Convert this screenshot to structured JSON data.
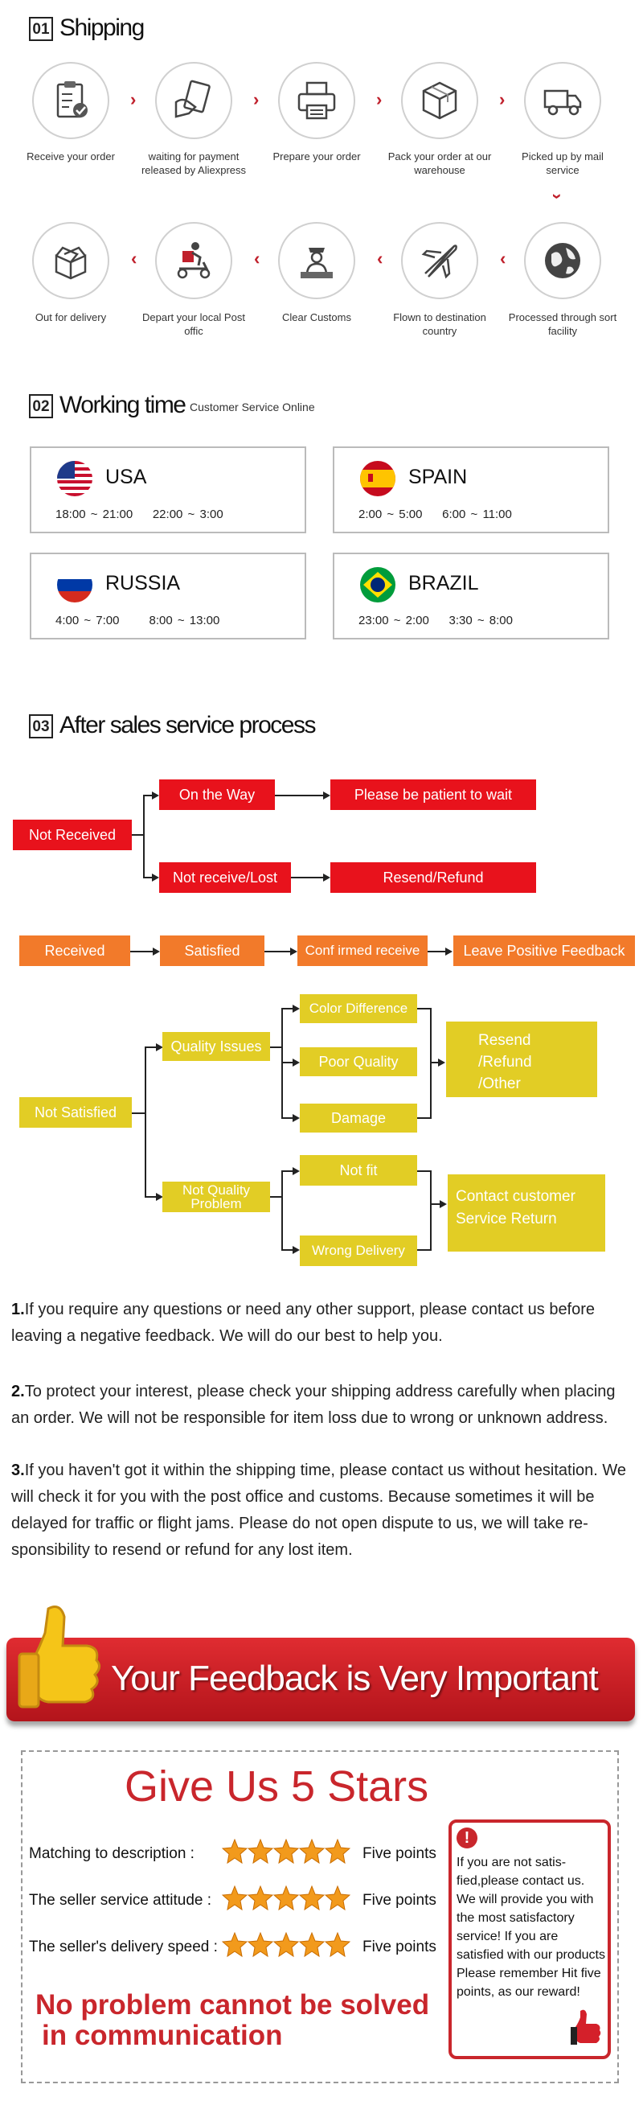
{
  "shipping": {
    "num": "01",
    "title": "Shipping",
    "steps": [
      {
        "label": "Receive your order",
        "icon": "clipboard-icon"
      },
      {
        "label": "waiting for payment released by Aliexpress",
        "icon": "card-hand-icon"
      },
      {
        "label": "Prepare your order",
        "icon": "printer-icon"
      },
      {
        "label": "Pack your order at our warehouse",
        "icon": "box-icon"
      },
      {
        "label": "Picked up by mail service",
        "icon": "truck-icon"
      },
      {
        "label": "Processed through sort facility",
        "icon": "globe-icon"
      },
      {
        "label": "Flown to destination country",
        "icon": "plane-icon"
      },
      {
        "label": "Clear Customs",
        "icon": "customs-officer-icon"
      },
      {
        "label": "Depart your local Post offic",
        "icon": "courier-scooter-icon"
      },
      {
        "label": "Out for delivery",
        "icon": "open-box-icon"
      }
    ]
  },
  "working": {
    "num": "02",
    "title": "Working time",
    "subtitle": "Customer Service Online",
    "cards": [
      {
        "country": "USA",
        "t1": "18:00 ~ 21:00",
        "t2": "22:00 ~ 3:00",
        "flag": "usa-flag-icon"
      },
      {
        "country": "SPAIN",
        "t1": "2:00 ~ 5:00",
        "t2": "6:00 ~ 11:00",
        "flag": "spain-flag-icon"
      },
      {
        "country": "RUSSIA",
        "t1": "4:00 ~ 7:00",
        "t2": "8:00 ~ 13:00",
        "flag": "russia-flag-icon"
      },
      {
        "country": "BRAZIL",
        "t1": "23:00 ~ 2:00",
        "t2": "3:30 ~ 8:00",
        "flag": "brazil-flag-icon"
      }
    ]
  },
  "aftersales": {
    "num": "03",
    "title": "After sales service process",
    "not_received": "Not Received",
    "on_the_way": "On the Way",
    "be_patient": "Please be patient to wait",
    "not_receive_lost": "Not receive/Lost",
    "resend_refund": "Resend/Refund",
    "received": "Received",
    "satisfied": "Satisfied",
    "confirmed_receive": "Conf irmed receive",
    "leave_feedback": "Leave Positive Feedback",
    "not_satisfied": "Not Satisfied",
    "quality_issues": "Quality Issues",
    "color_difference": "Color Difference",
    "poor_quality": "Poor Quality",
    "damage": "Damage",
    "resend_refund_other": [
      "Resend",
      "/Refund",
      "/Other"
    ],
    "not_quality_problem": [
      "Not Quality",
      "Problem"
    ],
    "not_fit": "Not fit",
    "wrong_delivery": "Wrong Delivery",
    "contact_service": [
      "Contact customer",
      "Service Return"
    ]
  },
  "notes": [
    {
      "num": "1.",
      "text": "If you require any questions or need any other support, please contact us before leaving a negative feedback. We will do our best to help you."
    },
    {
      "num": "2.",
      "text": "To protect your interest, please check your shipping address carefully when placing an order. We will not be responsible for item loss due to wrong or unknown address."
    },
    {
      "num": "3.",
      "text": "If you haven't got it within the shipping time, please contact us without hesitation. We will check it for you with the post office and customs. Because sometimes it will be delayed for traffic or flight jams. Please do not open dispute to us, we will take re-sponsibility to resend or refund for any lost item."
    }
  ],
  "feedback": {
    "banner": "Your Feedback is Very Important",
    "give_stars": "Give Us 5 Stars",
    "rows": [
      {
        "label": "Matching to description :",
        "stars": 5,
        "rating": "Five points"
      },
      {
        "label": "The seller service attitude :",
        "stars": 5,
        "rating": "Five points"
      },
      {
        "label": "The seller's delivery speed :",
        "stars": 5,
        "rating": "Five points"
      }
    ],
    "no_problem": [
      "No problem cannot be solved",
      "in communication"
    ],
    "side_note": "If you are not satis-fied,please contact us. We will provide you with the most satisfactory service! If you are satisfied with our products Please remember Hit five points, as our reward!",
    "colors": {
      "red": "#c9262c",
      "star": "#f29a1c",
      "banner": "#c8171f"
    }
  }
}
